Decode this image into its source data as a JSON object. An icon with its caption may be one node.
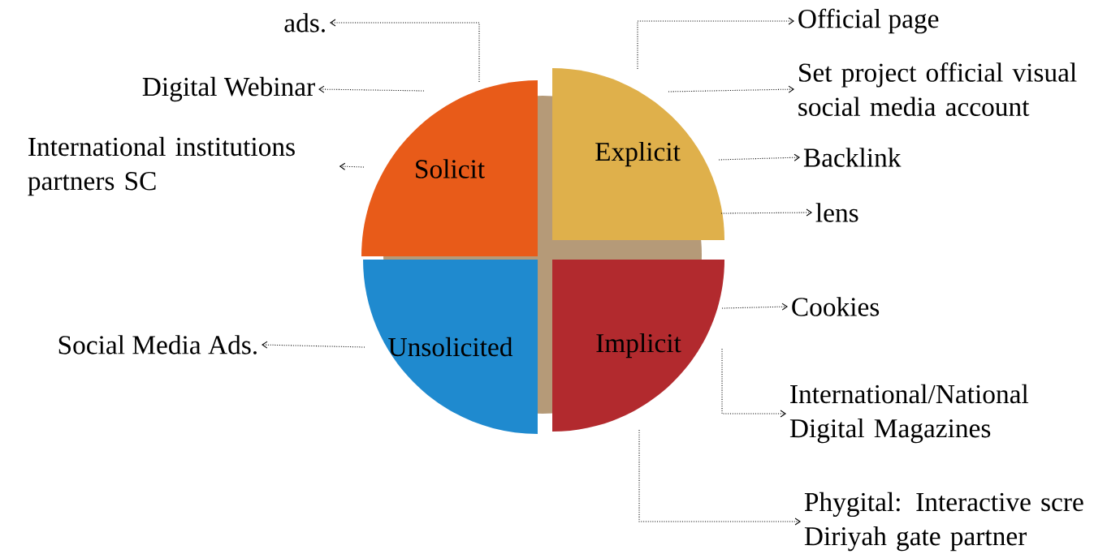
{
  "diagram": {
    "nodes": [
      {
        "text": [
          "Solicit"
        ]
      },
      {
        "text": [
          "Explicit"
        ]
      },
      {
        "text": [
          "Unsolicited"
        ]
      },
      {
        "text": [
          "Implicit"
        ]
      },
      {
        "text": [
          "ads."
        ]
      },
      {
        "text": [
          "Digital Webinar"
        ]
      },
      {
        "text": [
          "International institutions partners SC"
        ]
      },
      {
        "text": [
          "Social Media Ads."
        ]
      },
      {
        "text": [
          "Official page"
        ]
      },
      {
        "text": [
          "Set project official visual social media account"
        ]
      },
      {
        "text": [
          "Backlink"
        ]
      },
      {
        "text": [
          "lens"
        ]
      },
      {
        "text": [
          "Cookies"
        ]
      },
      {
        "text": [
          "International/National Digital Magazines"
        ]
      },
      {
        "text": [
          "Phygital: Interactive scre Diriyah gate partner"
        ]
      },
      {
        "text": [],
        "shape": "circle"
      }
    ],
    "edges": [
      {
        "from": 0,
        "to": 4,
        "arrow": "to"
      },
      {
        "from": 0,
        "to": 5,
        "arrow": "to"
      },
      {
        "from": 0,
        "to": 6,
        "arrow": "to"
      },
      {
        "from": 2,
        "to": 7,
        "arrow": "to"
      },
      {
        "from": 1,
        "to": 8,
        "arrow": "to"
      },
      {
        "from": 1,
        "to": 9,
        "arrow": "to"
      },
      {
        "from": 1,
        "to": 10,
        "arrow": "to"
      },
      {
        "from": 1,
        "to": 11,
        "arrow": "to"
      },
      {
        "from": 3,
        "to": 12,
        "arrow": "to"
      },
      {
        "from": 3,
        "to": 13,
        "arrow": "to"
      },
      {
        "from": 3,
        "to": 14,
        "arrow": "to"
      }
    ]
  }
}
